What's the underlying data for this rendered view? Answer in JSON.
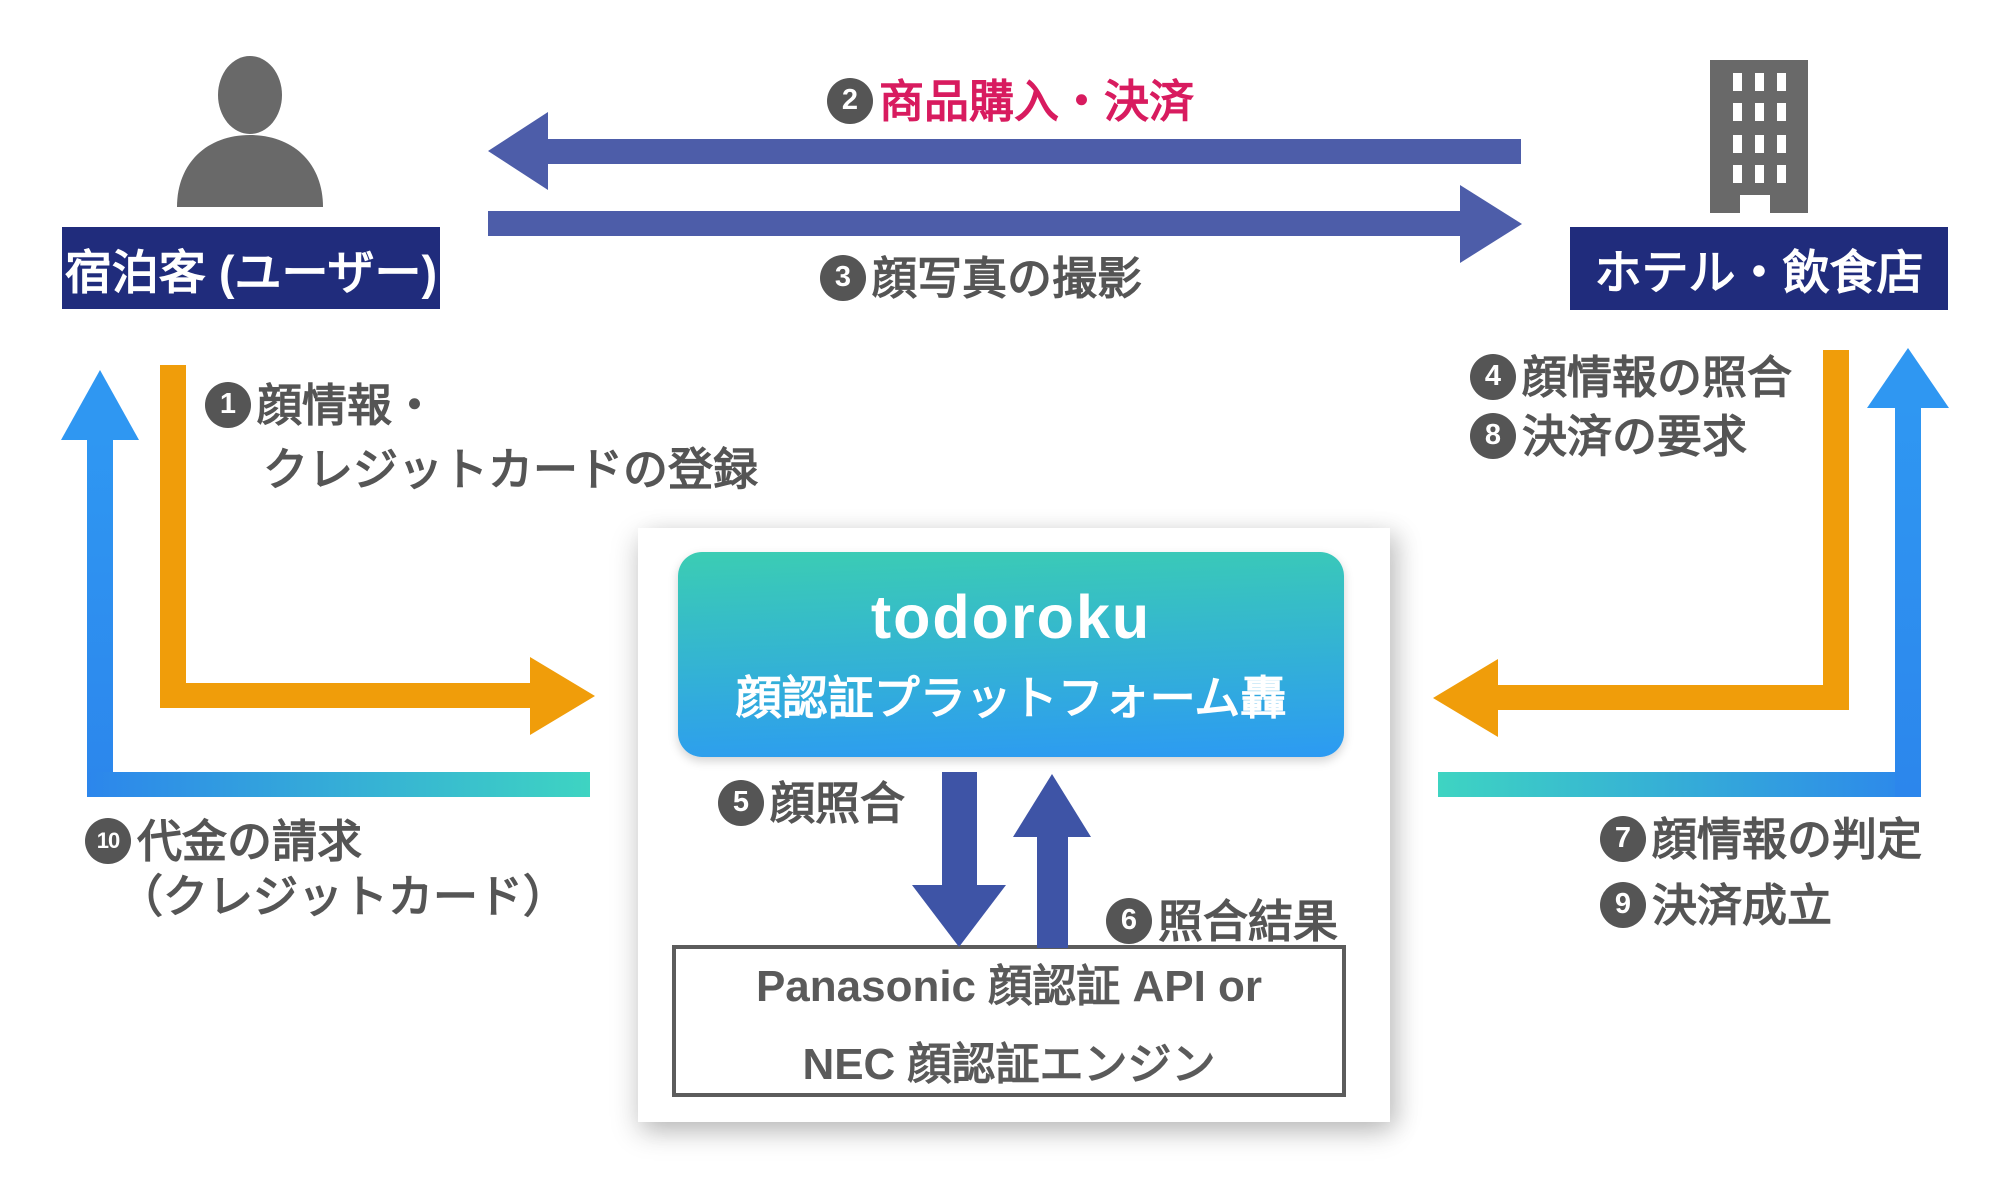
{
  "colors": {
    "navy": "#202c7c",
    "slate-blue": "#4d5da9",
    "indigo": "#3e54a6",
    "orange": "#f09d0a",
    "light-blue": "#2f97f2",
    "blue-deep": "#2c86ec",
    "teal": "#3ed4c2",
    "crimson": "#d81b5f",
    "gray-text": "#555555",
    "icon-gray": "#696969",
    "grad-top": "#3bcdb3",
    "grad-bottom": "#2c9af3"
  },
  "actors": {
    "user": {
      "label": "宿泊客 (ユーザー)"
    },
    "hotel": {
      "label": "ホテル・飲食店"
    }
  },
  "platform": {
    "title": "todoroku",
    "subtitle": "顔認証プラットフォーム轟",
    "engine_line1": "Panasonic 顔認証 API  or",
    "engine_line2": "NEC 顔認証エンジン"
  },
  "flows": {
    "f1": {
      "num": "1",
      "line1": "顔情報・",
      "line2": "クレジットカードの登録"
    },
    "f2": {
      "num": "2",
      "text": "商品購入・決済"
    },
    "f3": {
      "num": "3",
      "text": "顔写真の撮影"
    },
    "f4": {
      "num": "4",
      "text": "顔情報の照合"
    },
    "f5": {
      "num": "5",
      "text": "顔照合"
    },
    "f6": {
      "num": "6",
      "text": "照合結果"
    },
    "f7": {
      "num": "7",
      "text": "顔情報の判定"
    },
    "f8": {
      "num": "8",
      "text": "決済の要求"
    },
    "f9": {
      "num": "9",
      "text": "決済成立"
    },
    "f10": {
      "num": "10",
      "line1": "代金の請求",
      "line2": "（クレジットカード）"
    }
  }
}
